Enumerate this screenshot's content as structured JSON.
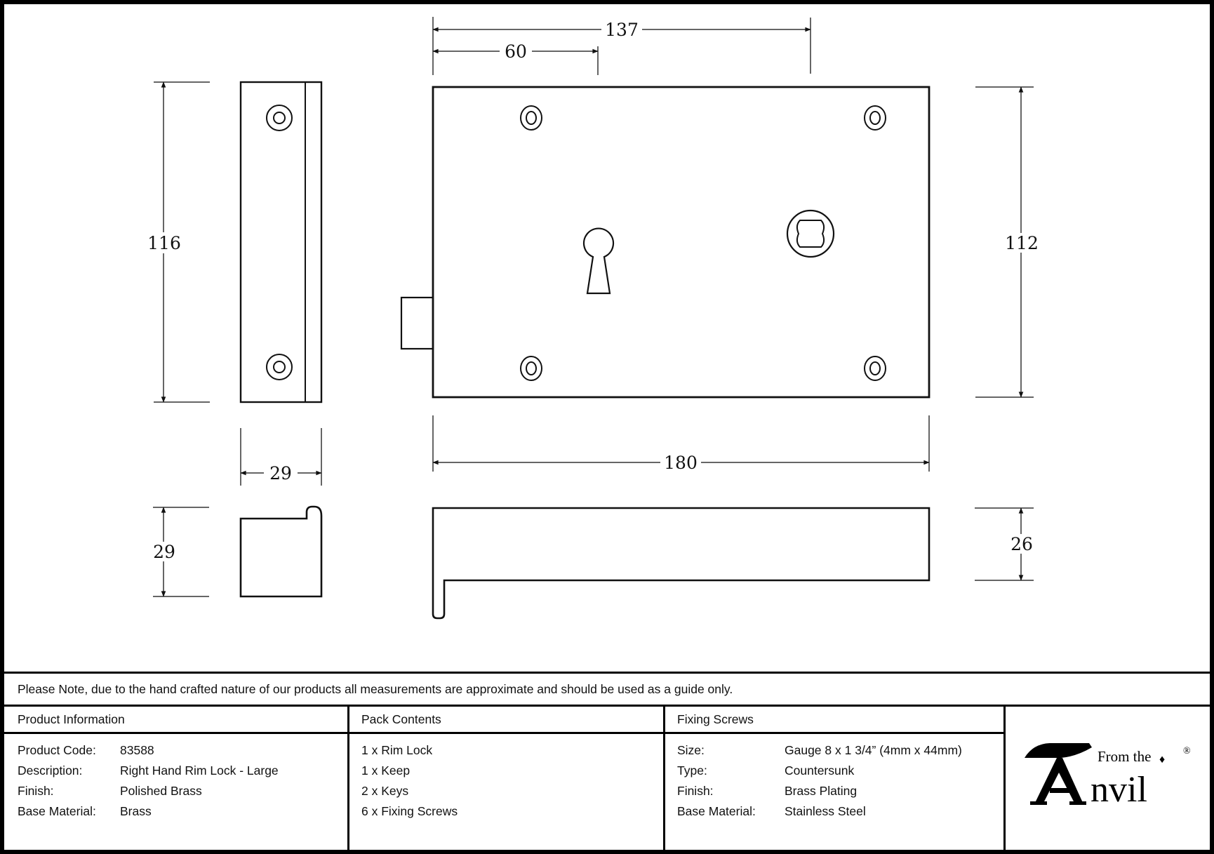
{
  "dimensions": {
    "width_to_spindle": "137",
    "width_to_keyhole": "60",
    "keep_height": "116",
    "keep_width": "29",
    "keep_depth": "29",
    "case_height": "112",
    "case_width": "180",
    "case_depth": "26"
  },
  "note": "Please Note, due to the hand crafted nature of our products all measurements are approximate and should be used as a guide only.",
  "table": {
    "product_information": {
      "title": "Product Information",
      "rows": [
        {
          "label": "Product Code:",
          "value": "83588"
        },
        {
          "label": "Description:",
          "value": "Right Hand Rim Lock - Large"
        },
        {
          "label": "Finish:",
          "value": "Polished Brass"
        },
        {
          "label": "Base Material:",
          "value": "Brass"
        }
      ]
    },
    "pack_contents": {
      "title": "Pack Contents",
      "items": [
        "1 x Rim Lock",
        "1 x Keep",
        "2 x Keys",
        "6 x Fixing Screws"
      ]
    },
    "fixing_screws": {
      "title": "Fixing Screws",
      "rows": [
        {
          "label": "Size:",
          "value": "Gauge 8 x 1 3/4” (4mm x 44mm)"
        },
        {
          "label": "Type:",
          "value": "Countersunk"
        },
        {
          "label": "Finish:",
          "value": "Brass Plating"
        },
        {
          "label": "Base Material:",
          "value": "Stainless Steel"
        }
      ]
    }
  },
  "logo": {
    "prefix": "From the",
    "brand_rest": "nvil",
    "diamond": "♦",
    "registered": "®"
  },
  "colors": {
    "line": "#111111",
    "dim_line": "#333333",
    "background": "#ffffff",
    "border": "#000000"
  }
}
